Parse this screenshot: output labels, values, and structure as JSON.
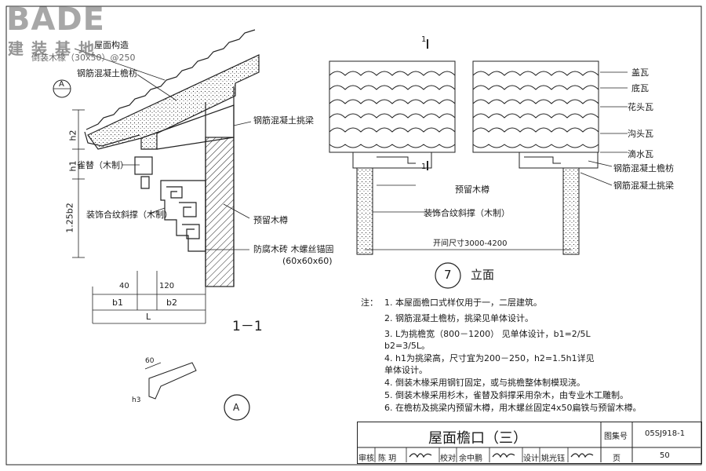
{
  "watermark": {
    "brand": "BADE",
    "brand_cn": "建装基地"
  },
  "labels": {
    "roof_construction": "屋面构造",
    "batten": "倒装木椽（30x50）@250",
    "rc_purlin": "钢筋混凝土檐枋",
    "detail_ref_letter": "A",
    "rc_cantilever_beam": "钢筋混凝土挑梁",
    "h2": "h2",
    "h1": "h1",
    "h3_dim": "1.25b2",
    "sparrow_brace": "雀替（木制）",
    "decor_brace": "装饰合纹斜撑（木制）",
    "reserved_wood": "预留木樽",
    "anticorrosion": "防腐木砖  木螺丝锚固",
    "anticorrosion_size": "(60x60x60)",
    "dim_40": "40",
    "dim_120": "120",
    "dim_b1": "b1",
    "dim_b2": "b2",
    "dim_L": "L",
    "section_title": "1－1",
    "cut_mark": "1",
    "detail_60": "60",
    "detail_h3": "h3",
    "detail_circle": "A"
  },
  "elevation": {
    "cover_tile": "盖瓦",
    "bottom_tile": "底瓦",
    "flower_tile": "花头瓦",
    "gutter_tile": "沟头瓦",
    "drip_tile": "滴水瓦",
    "rc_purlin": "钢筋混凝土檐枋",
    "rc_beam": "钢筋混凝土挑梁",
    "reserved_wood": "预留木樽",
    "decor_brace": "装饰合纹斜撑（木制）",
    "span": "开间尺寸3000-4200",
    "number": "7",
    "title": "立面"
  },
  "notes": {
    "label": "注：",
    "items": [
      "1.  本屋面檐口式样仅用于一，二层建筑。",
      "2.  钢筋混凝土檐枋，挑梁见单体设计。",
      "3.  L为挑檐宽（800－1200）  见单体设计，b1=2/5L",
      "     b2=3/5L。",
      "4.  h1为挑梁高，尺寸宜为200－250，h2=1.5h1详见",
      "     单体设计。",
      "4.  倒装木椽采用钢钉固定，或与挑檐整体制模现浇。",
      "5.  倒装木椽采用杉木，雀替及斜撑采用杂木，由专业木工雕制。",
      "6.  在檐枋及挑梁内预留木樽，用木螺丝固定4x50扁铁与预留木樽。"
    ]
  },
  "title_block": {
    "title": "屋面檐口（三）",
    "atlas_label": "图集号",
    "atlas_no": "05SJ918-1",
    "review_label": "审核",
    "reviewer": "陈 玥",
    "check_label": "校对",
    "checker": "余中鹏",
    "design_label": "设计",
    "designer": "姚光钰",
    "page_label": "页",
    "page_no": "50"
  }
}
